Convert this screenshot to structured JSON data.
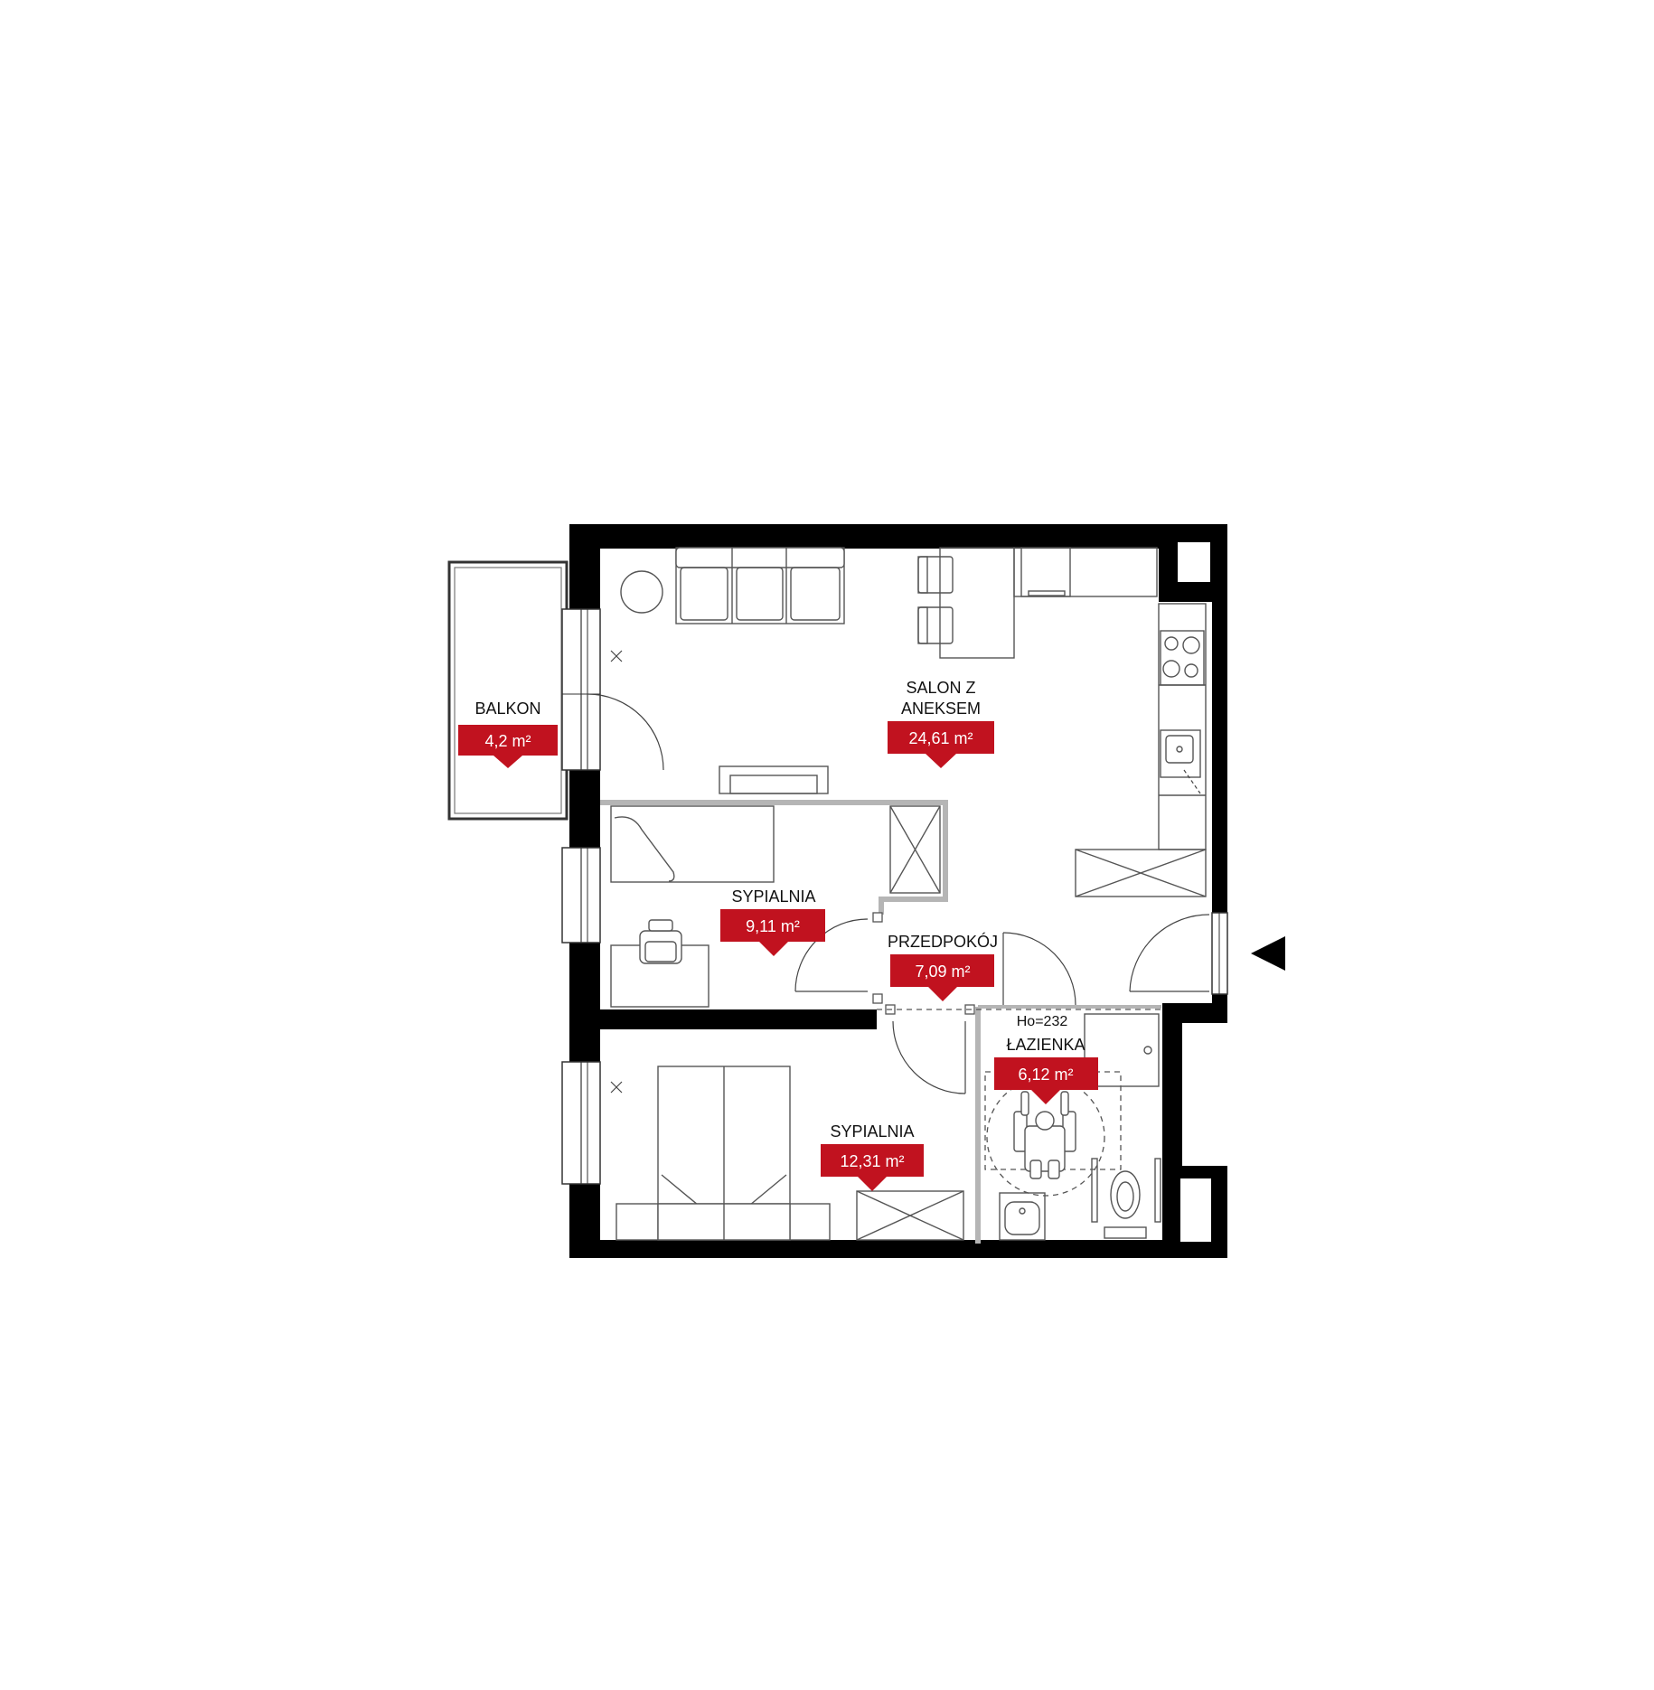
{
  "rooms": {
    "salon": {
      "name_line1": "SALON Z",
      "name_line2": "ANEKSEM",
      "area": "24,61 m²"
    },
    "balkon": {
      "name": "BALKON",
      "area": "4,2 m²"
    },
    "sypialnia_small": {
      "name": "SYPIALNIA",
      "area": "9,11 m²"
    },
    "przedpokoj": {
      "name": "PRZEDPOKÓJ",
      "area": "7,09 m²"
    },
    "lazienka": {
      "name": "ŁAZIENKA",
      "area": "6,12 m²",
      "height_note": "Ho=232"
    },
    "sypialnia_large": {
      "name": "SYPIALNIA",
      "area": "12,31 m²"
    }
  },
  "colors": {
    "label_bg": "#c1121f",
    "wall": "#000000",
    "partition": "#b5b5b5"
  },
  "icons": {
    "entrance": "entrance-arrow-icon",
    "accessibility": "wheelchair-icon"
  }
}
